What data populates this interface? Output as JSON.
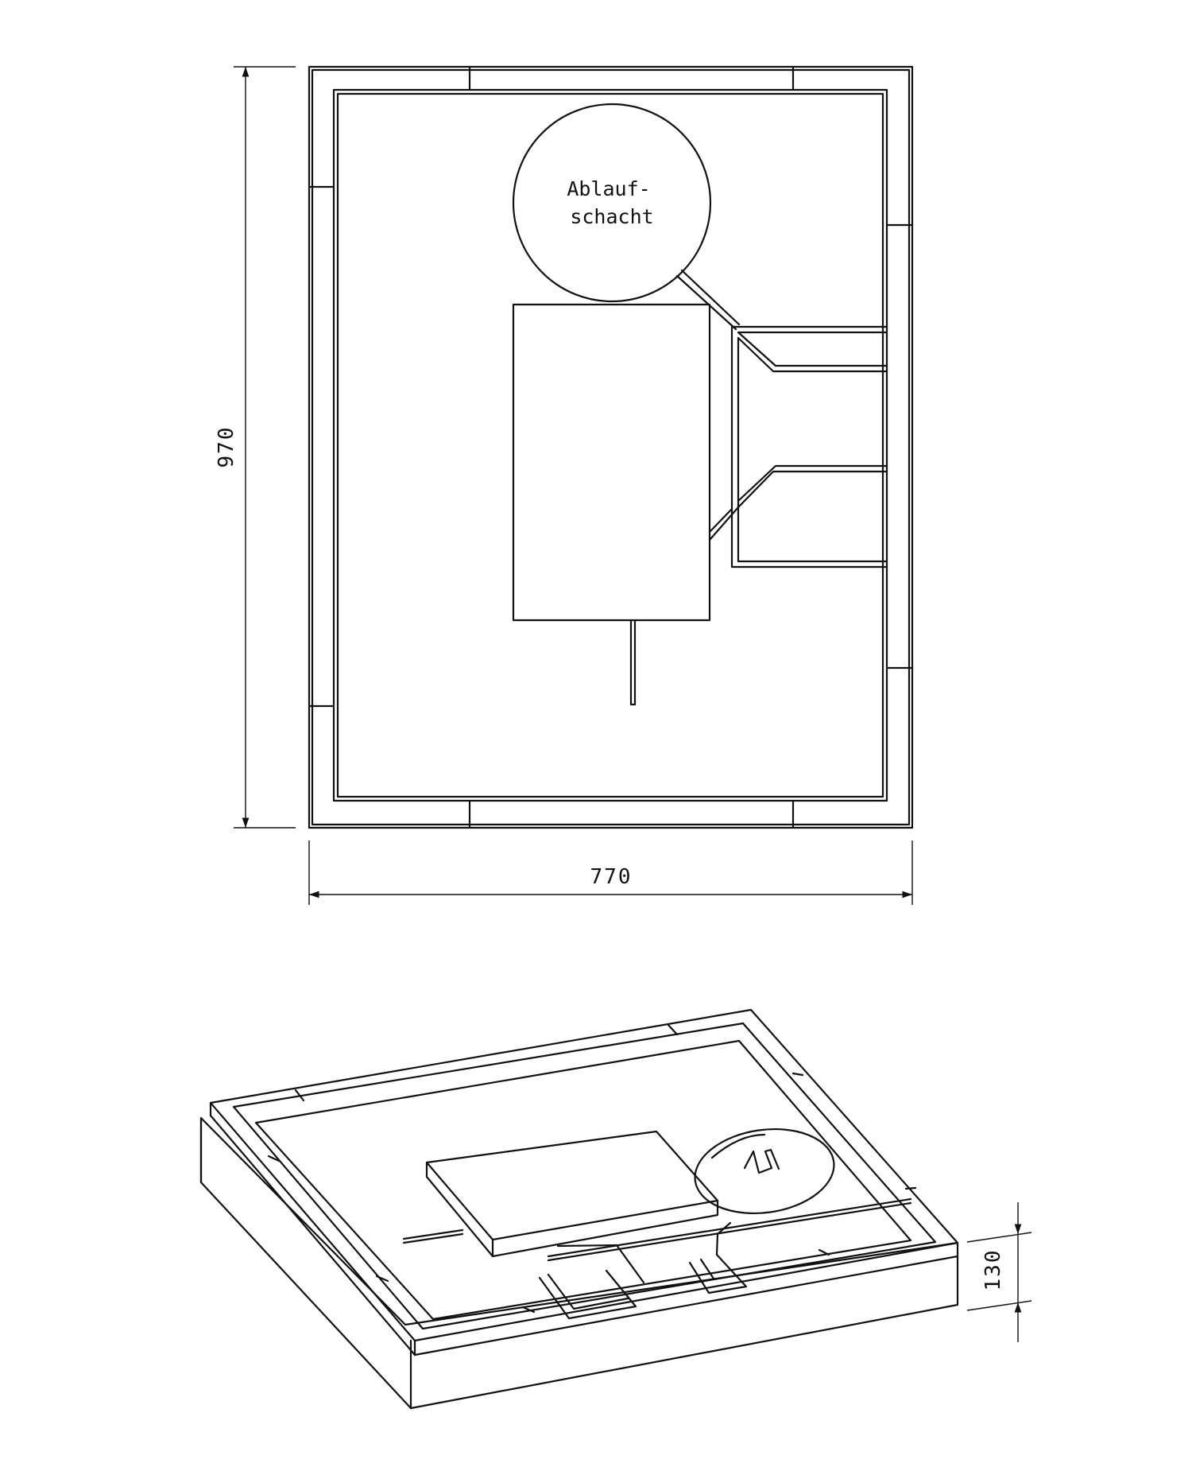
{
  "plan": {
    "label_line1": "Ablauf-",
    "label_line2": "schacht",
    "dim_height": "970",
    "dim_width": "770"
  },
  "iso": {
    "dim_depth": "130"
  },
  "colors": {
    "line": "#111111",
    "background": "#ffffff"
  }
}
